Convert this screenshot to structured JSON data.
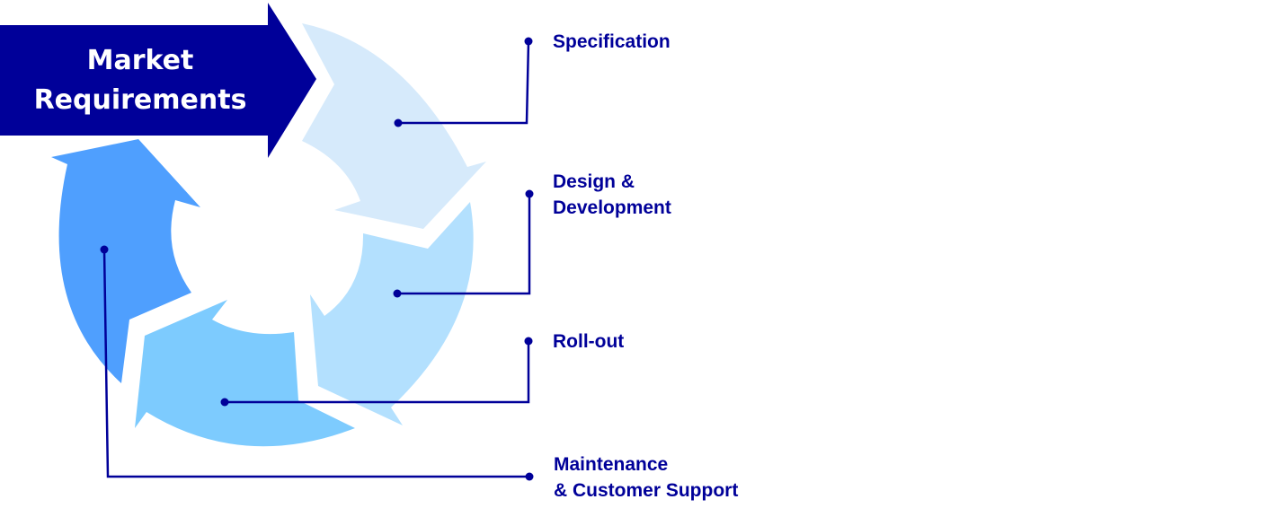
{
  "banner": {
    "line1": "Market",
    "line2": "Requirements",
    "color": "#000099"
  },
  "stages": [
    {
      "label": "Specification",
      "color": "#D6EAFB"
    },
    {
      "line1": "Design &",
      "line2": "Development",
      "color": "#B3E0FE"
    },
    {
      "label": "Roll-out",
      "color": "#7DCBFE"
    },
    {
      "line1": "Maintenance",
      "line2": "& Customer Support",
      "color": "#4F9FFE"
    }
  ],
  "connector_color": "#000099"
}
